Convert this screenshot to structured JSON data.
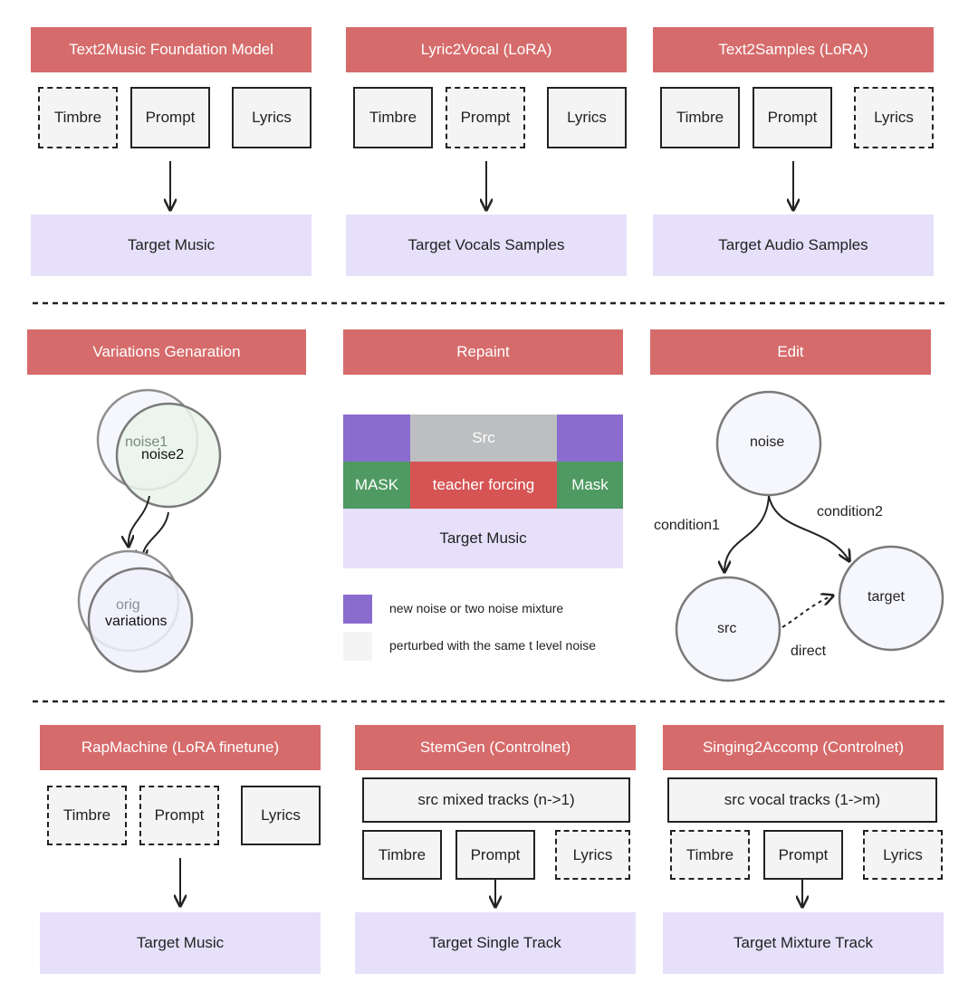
{
  "colors": {
    "title_bg": "#d66b6b",
    "target_bg": "#e6e0fb",
    "box_bg": "#f4f4f4",
    "mask_green": "#4e9a62",
    "teacher_red": "#d65454",
    "noise_purple": "#8a6ccf",
    "src_gray": "#bcbec0"
  },
  "section1": {
    "text2music": {
      "title": "Text2Music Foundation Model",
      "timbre": "Timbre",
      "prompt": "Prompt",
      "lyrics": "Lyrics",
      "target": "Target Music"
    },
    "lyric2vocal": {
      "title": "Lyric2Vocal (LoRA)",
      "timbre": "Timbre",
      "prompt": "Prompt",
      "lyrics": "Lyrics",
      "target": "Target Vocals Samples"
    },
    "text2samples": {
      "title": "Text2Samples (LoRA)",
      "timbre": "Timbre",
      "prompt": "Prompt",
      "lyrics": "Lyrics",
      "target": "Target Audio Samples"
    }
  },
  "section2": {
    "variations": {
      "title": "Variations Genaration",
      "noise1": "noise1",
      "noise2": "noise2",
      "orig": "orig",
      "variations": "variations"
    },
    "repaint": {
      "title": "Repaint",
      "src": "Src",
      "mask_left": "MASK",
      "teacher": "teacher forcing",
      "mask_right": "Mask",
      "target": "Target Music",
      "legend": [
        "new noise or two noise mixture",
        "perturbed with the same t level noise"
      ]
    },
    "edit": {
      "title": "Edit",
      "noise": "noise",
      "condition1": "condition1",
      "condition2": "condition2",
      "src": "src",
      "target": "target",
      "direct": "direct"
    }
  },
  "section3": {
    "rapmachine": {
      "title": "RapMachine (LoRA finetune)",
      "timbre": "Timbre",
      "prompt": "Prompt",
      "lyrics": "Lyrics",
      "target": "Target Music"
    },
    "stemgen": {
      "title": "StemGen (Controlnet)",
      "src": "src mixed tracks (n->1)",
      "timbre": "Timbre",
      "prompt": "Prompt",
      "lyrics": "Lyrics",
      "target": "Target Single Track"
    },
    "singing2accomp": {
      "title": "Singing2Accomp (Controlnet)",
      "src": "src vocal tracks (1->m)",
      "timbre": "Timbre",
      "prompt": "Prompt",
      "lyrics": "Lyrics",
      "target": "Target Mixture Track"
    }
  }
}
